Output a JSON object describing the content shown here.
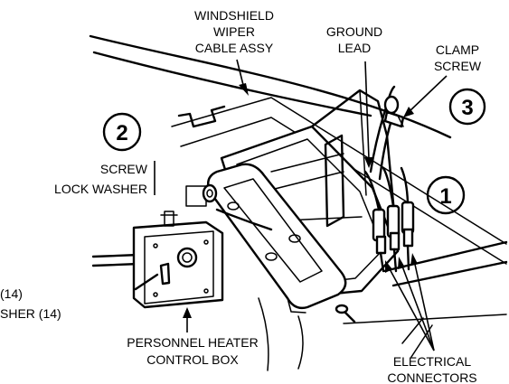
{
  "labels": {
    "windshield_wiper": [
      "WINDSHIELD",
      "WIPER",
      "CABLE ASSY"
    ],
    "ground_lead": [
      "GROUND",
      "LEAD"
    ],
    "clamp_screw": [
      "CLAMP",
      "SCREW"
    ],
    "screw_lock": [
      "SCREW",
      "LOCK WASHER"
    ],
    "left_partial": [
      "(14)",
      "SHER (14)"
    ],
    "control_box": [
      "PERSONNEL HEATER",
      "CONTROL BOX"
    ],
    "electrical_connectors": [
      "ELECTRICAL",
      "CONNECTORS"
    ]
  },
  "callouts": {
    "one": "1",
    "two": "2",
    "three": "3"
  }
}
